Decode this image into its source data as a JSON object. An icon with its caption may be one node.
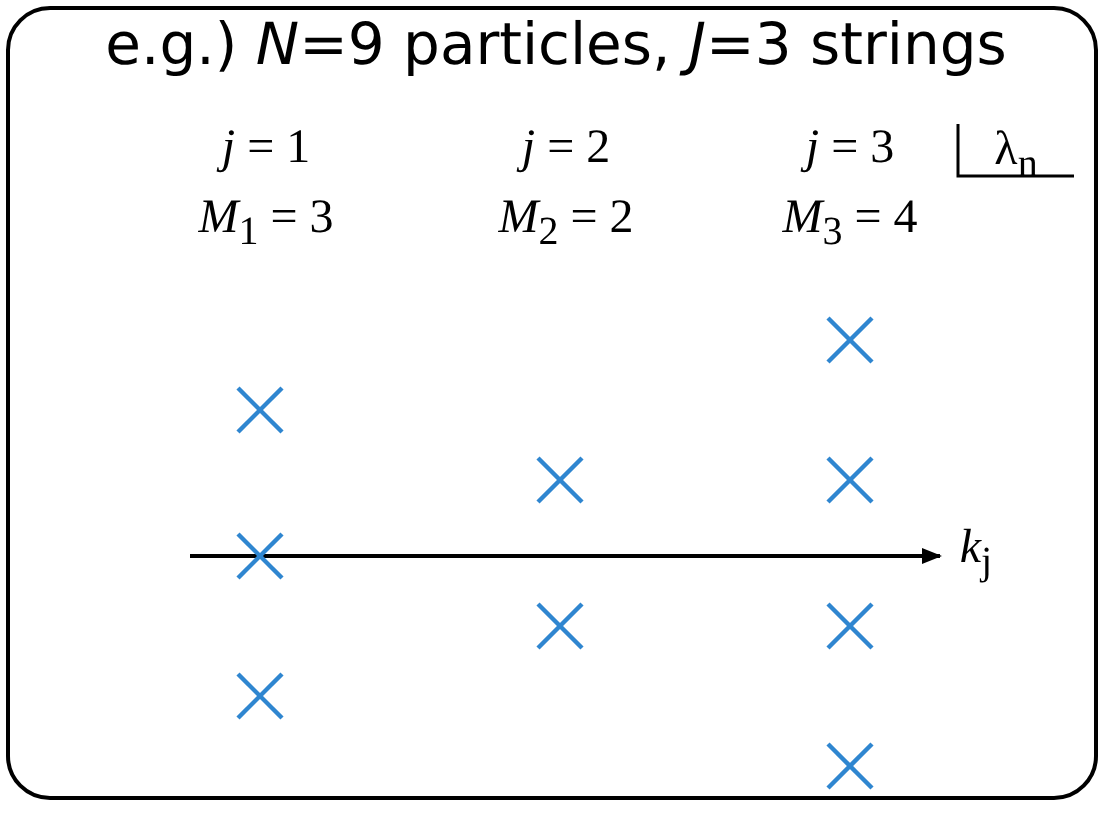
{
  "diagram": {
    "title": "e.g.) *N*=9 particles, *J*=3 strings",
    "labels": [
      "*j* = 1",
      "*j* = 2",
      "*j* = 3",
      "*M*$_{1}$ = 3",
      "*M*$_{2}$ = 2",
      "*M*$_{3}$ = 4",
      "λ$_{n}$",
      "*k*$_{j}$"
    ]
  }
}
